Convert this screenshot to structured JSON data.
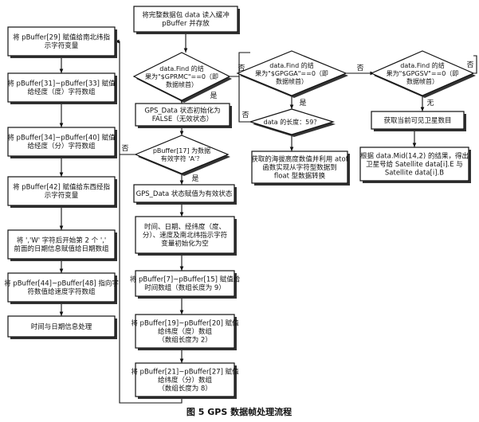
{
  "caption": "图 5   GPS 数据帧处理流程",
  "left_column": [
    [
      "将 pBuffer[29] 赋值给南北纬指",
      "示字符变量"
    ],
    [
      "将 pBuffer[31]~pBuffer[33] 赋值",
      "给经度（度）字符数组"
    ],
    [
      "将 pBuffer[34]~pBuffer[40] 赋值",
      "给经度（分）字符数组"
    ],
    [
      "将 pBuffer[42] 赋值给东西经指",
      "示字符变量"
    ],
    [
      "将 ','W' 字符后开始第 2 个 ','",
      "前面的日期信息赋值给日期数组"
    ],
    [
      "将 pBuffer[44]~pBuffer[48] 指向字",
      "符数值给速度字符数组"
    ],
    [
      "时间与日期信息处理"
    ]
  ],
  "middle_column": {
    "start": [
      "将完整数据包 data 读入缓冲",
      "pBuffer 并存放"
    ],
    "dec1": [
      "data.Find 的结",
      "果为\"$GPRMC\"==0（即",
      "数据帧首）"
    ],
    "gps_false": [
      "GPS_Data 状态初始化为",
      "FALSE（无效状态）"
    ],
    "dec2": [
      "pBuffer[17] 为数据",
      "有效字符 'A'？"
    ],
    "gps_valid": [
      "GPS_Data 状态赋值为有效状态"
    ],
    "init": [
      "时间、日期、经纬度（度、",
      "分）、速度及南北纬指示字符",
      "变量初始化为空"
    ],
    "time": [
      "将 pBuffer[7]~pBuffer[15] 赋值给",
      "时间数组（数组长度为 9）"
    ],
    "lat": [
      "将 pBuffer[19]~pBuffer[20] 赋值",
      "给纬度（度）数组",
      "（数组长度为 2）"
    ],
    "latmin": [
      "将 pBuffer[21]~pBuffer[27] 赋值",
      "给纬度（分）数组",
      "（数组长度为 8）"
    ]
  },
  "gga": {
    "dec": [
      "data.Find 的结",
      "果为\"$GPGGA\"==0（即",
      "数据帧首）"
    ],
    "dec_len": [
      "data 的长度：59？"
    ],
    "process": [
      "获取的海拔高度数值并利用 atof",
      "函数实现从字符型数据到",
      "float 型数据转换"
    ]
  },
  "gsv": {
    "dec": [
      "data.Find 的结",
      "果为\"$GPGSV\"==0（即",
      "数据帧首）"
    ],
    "count": [
      "获取当前可见卫星数目"
    ],
    "process": [
      "根据 data.Mid(14,2) 的结果，得出",
      "卫星号给 Satellite data[i].E 与",
      "Satellite data[i].B"
    ]
  },
  "labels": {
    "yes": "是",
    "no": "否",
    "none": "无"
  }
}
